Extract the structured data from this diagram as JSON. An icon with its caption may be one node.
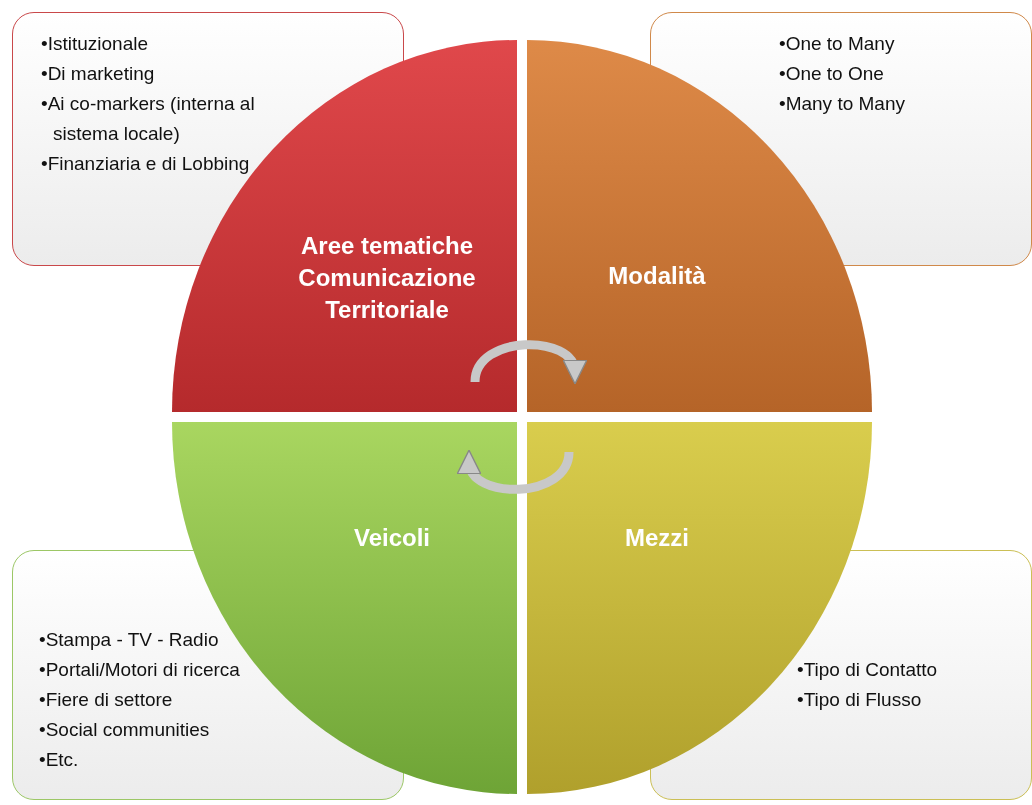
{
  "diagram": {
    "nodes": [
      {
        "text": [
          "•Istituzionale",
          "•Di marketing",
          "•Ai co-markers (interna al sistema locale)",
          "•Finanziaria e di Lobbing"
        ]
      },
      {
        "text": [
          "•One to Many",
          "•One to One",
          "•Many to Many"
        ]
      },
      {
        "text": [
          "Aree tematiche Comunicazione Territoriale"
        ]
      },
      {
        "text": [
          "Modalità"
        ]
      },
      {
        "text": [
          "Veicoli"
        ]
      },
      {
        "text": [
          "Mezzi"
        ]
      },
      {
        "text": [
          "•Stampa - TV - Radio",
          "•Portali/Motori di ricerca",
          "•Fiere di settore",
          "•Social communities",
          "•Etc."
        ]
      },
      {
        "text": [
          "•Tipo di Contatto",
          "•Tipo di Flusso"
        ]
      }
    ],
    "edges": [
      {
        "from": 2,
        "to": 3,
        "arrow": "to"
      },
      {
        "from": 5,
        "to": 4,
        "arrow": "to"
      }
    ]
  }
}
